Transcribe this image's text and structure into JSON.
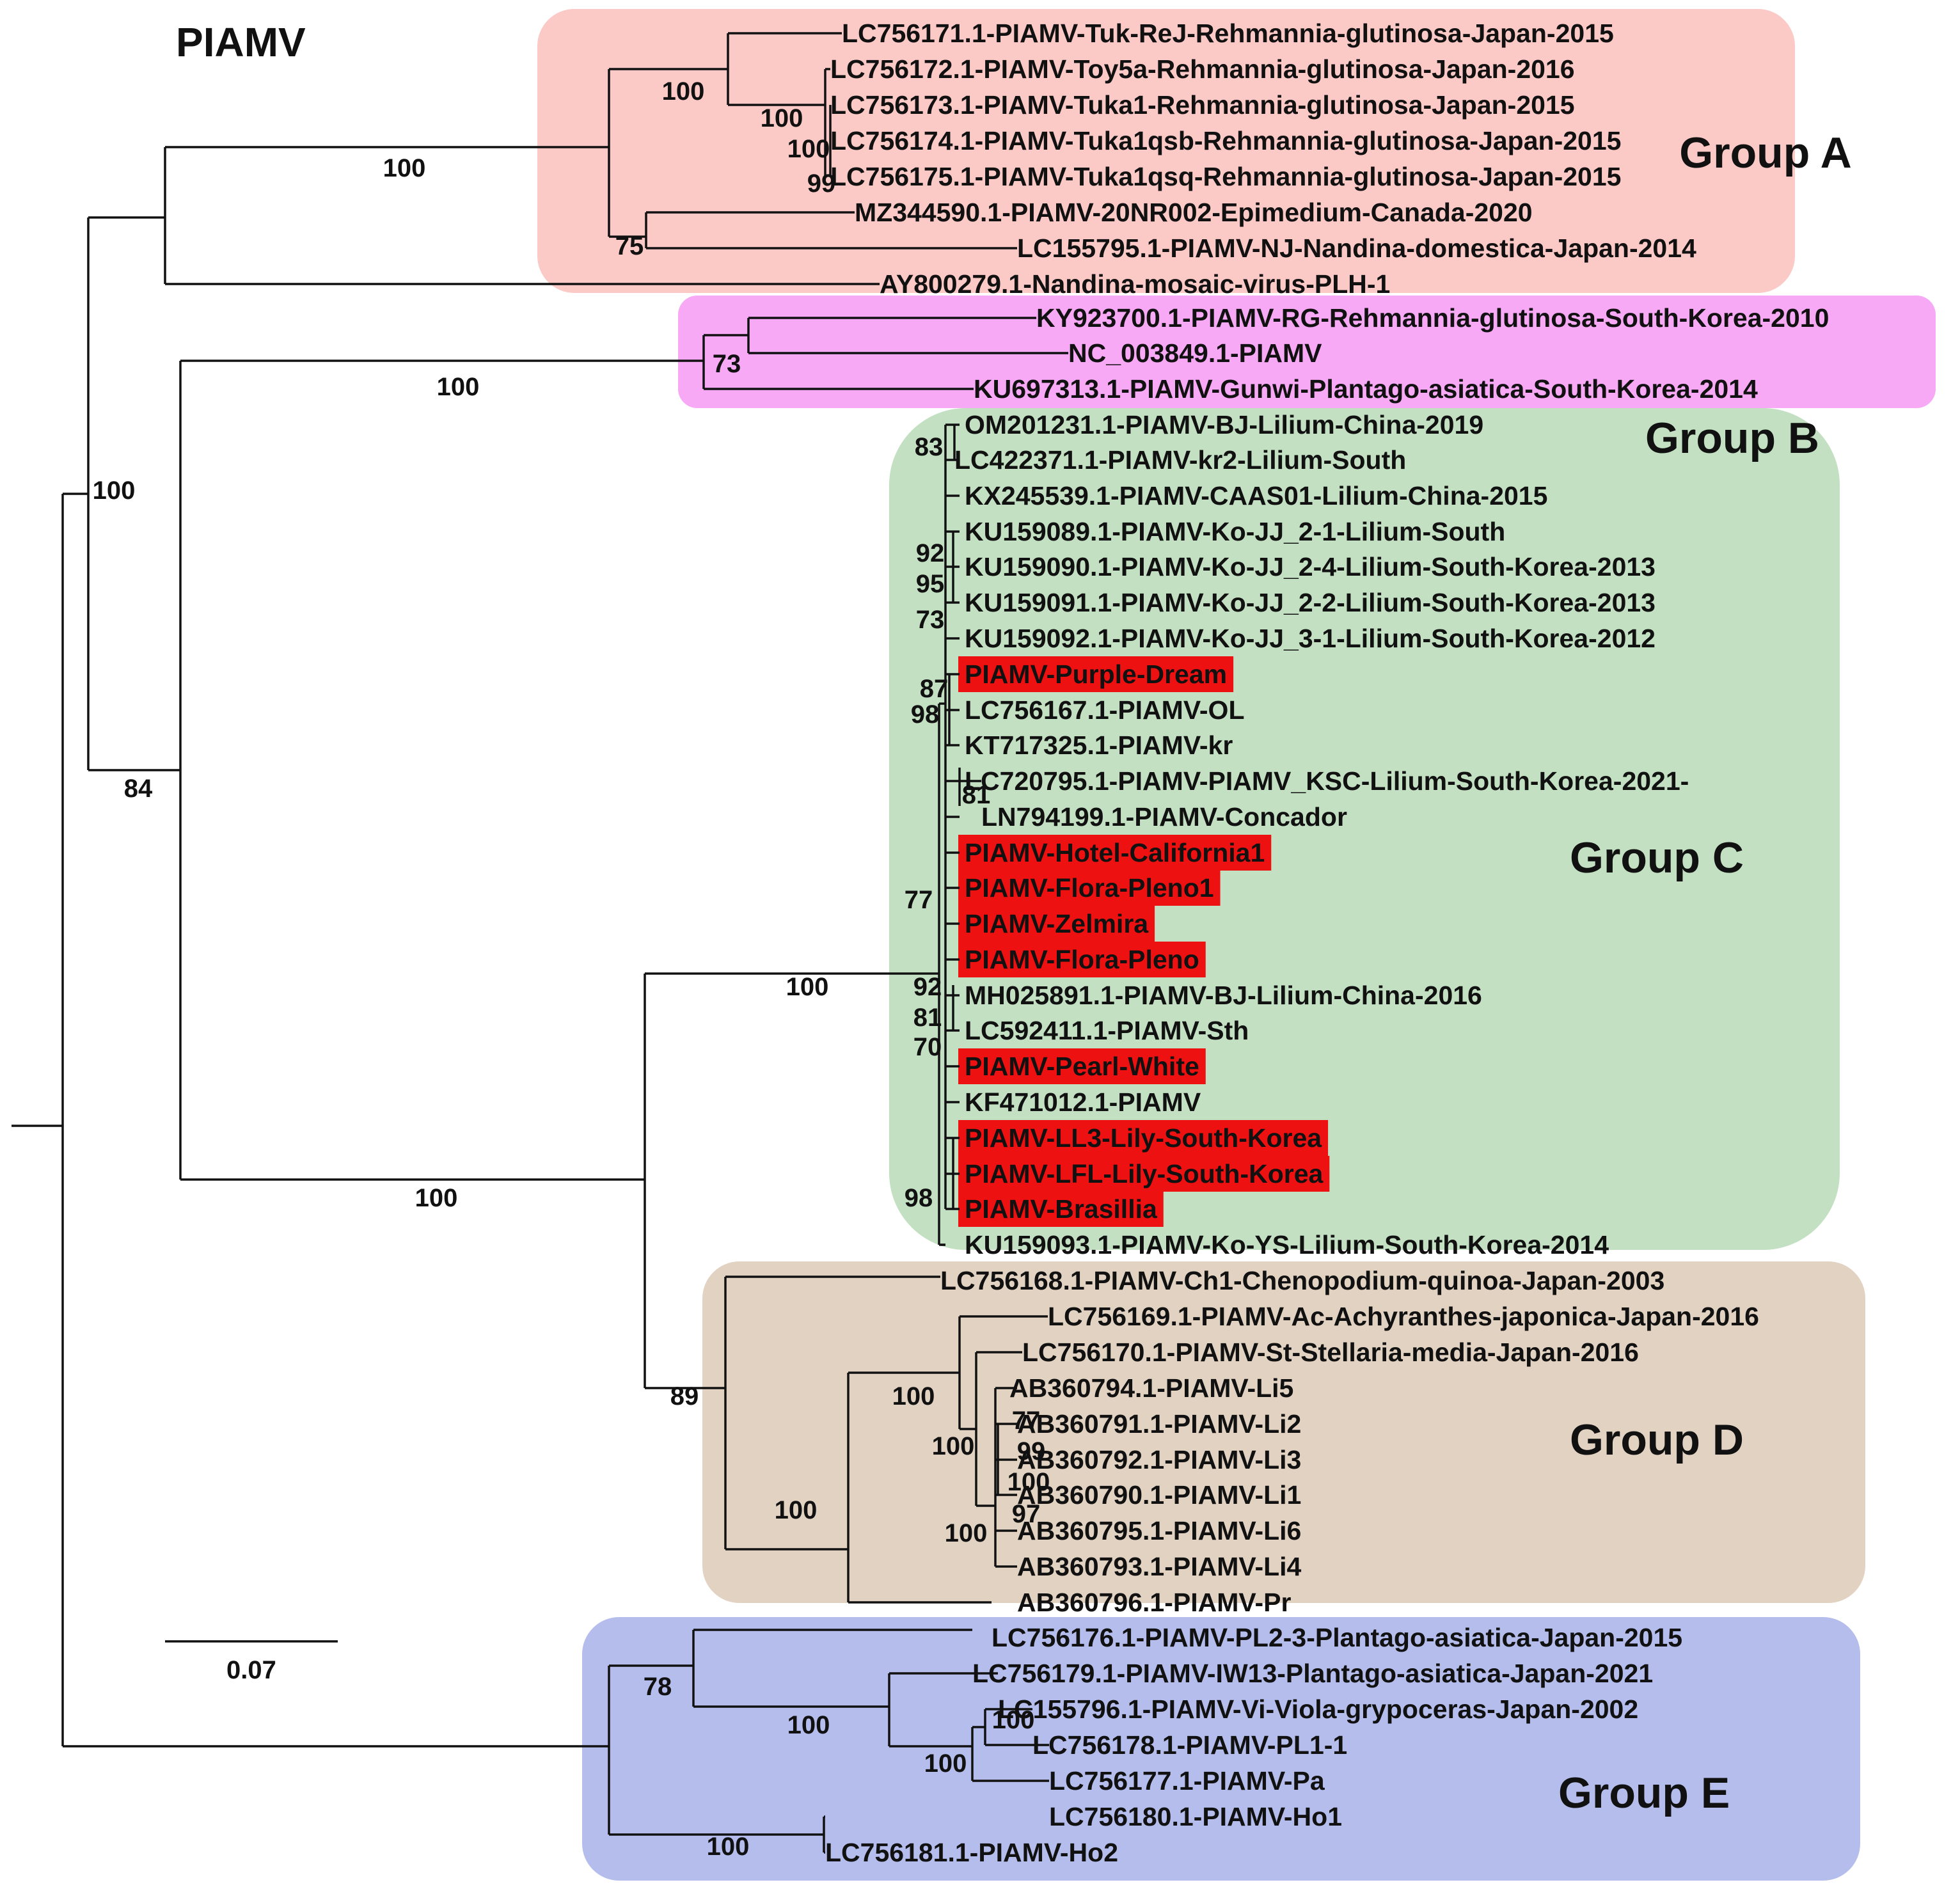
{
  "title": "PIAMV",
  "scale_label": "0.07",
  "colors": {
    "group_a": "#fbc9c6",
    "group_b": "#f7a9f5",
    "group_c": "#c3e0c3",
    "group_d": "#e2d2c2",
    "group_e": "#b4bdec",
    "highlight": "#ee1111"
  },
  "groups": [
    {
      "id": "a",
      "label": "Group A"
    },
    {
      "id": "b",
      "label": "Group B"
    },
    {
      "id": "c",
      "label": "Group C"
    },
    {
      "id": "d",
      "label": "Group D"
    },
    {
      "id": "e",
      "label": "Group E"
    }
  ],
  "leaves": [
    {
      "label": "LC756171.1-PIAMV-Tuk-ReJ-Rehmannia-glutinosa-Japan-2015",
      "highlight": false
    },
    {
      "label": "LC756172.1-PIAMV-Toy5a-Rehmannia-glutinosa-Japan-2016",
      "highlight": false
    },
    {
      "label": "LC756173.1-PIAMV-Tuka1-Rehmannia-glutinosa-Japan-2015",
      "highlight": false
    },
    {
      "label": "LC756174.1-PIAMV-Tuka1qsb-Rehmannia-glutinosa-Japan-2015",
      "highlight": false
    },
    {
      "label": "LC756175.1-PIAMV-Tuka1qsq-Rehmannia-glutinosa-Japan-2015",
      "highlight": false
    },
    {
      "label": "MZ344590.1-PIAMV-20NR002-Epimedium-Canada-2020",
      "highlight": false
    },
    {
      "label": "LC155795.1-PIAMV-NJ-Nandina-domestica-Japan-2014",
      "highlight": false
    },
    {
      "label": "AY800279.1-Nandina-mosaic-virus-PLH-1",
      "highlight": false
    },
    {
      "label": "KY923700.1-PIAMV-RG-Rehmannia-glutinosa-South-Korea-2010",
      "highlight": false
    },
    {
      "label": "NC_003849.1-PIAMV",
      "highlight": false
    },
    {
      "label": "KU697313.1-PIAMV-Gunwi-Plantago-asiatica-South-Korea-2014",
      "highlight": false
    },
    {
      "label": "OM201231.1-PIAMV-BJ-Lilium-China-2019",
      "highlight": false
    },
    {
      "label": "LC422371.1-PIAMV-kr2-Lilium-South",
      "highlight": false
    },
    {
      "label": "KX245539.1-PIAMV-CAAS01-Lilium-China-2015",
      "highlight": false
    },
    {
      "label": "KU159089.1-PIAMV-Ko-JJ_2-1-Lilium-South",
      "highlight": false
    },
    {
      "label": "KU159090.1-PIAMV-Ko-JJ_2-4-Lilium-South-Korea-2013",
      "highlight": false
    },
    {
      "label": "KU159091.1-PIAMV-Ko-JJ_2-2-Lilium-South-Korea-2013",
      "highlight": false
    },
    {
      "label": "KU159092.1-PIAMV-Ko-JJ_3-1-Lilium-South-Korea-2012",
      "highlight": false
    },
    {
      "label": "PIAMV-Purple-Dream",
      "highlight": true
    },
    {
      "label": "LC756167.1-PIAMV-OL",
      "highlight": false
    },
    {
      "label": "KT717325.1-PIAMV-kr",
      "highlight": false
    },
    {
      "label": "LC720795.1-PIAMV-PIAMV_KSC-Lilium-South-Korea-2021-",
      "highlight": false
    },
    {
      "label": "LN794199.1-PIAMV-Concador",
      "highlight": false
    },
    {
      "label": "PIAMV-Hotel-California1",
      "highlight": true
    },
    {
      "label": "PIAMV-Flora-Pleno1",
      "highlight": true
    },
    {
      "label": "PIAMV-Zelmira",
      "highlight": true
    },
    {
      "label": "PIAMV-Flora-Pleno",
      "highlight": true
    },
    {
      "label": "MH025891.1-PIAMV-BJ-Lilium-China-2016",
      "highlight": false
    },
    {
      "label": "LC592411.1-PIAMV-Sth",
      "highlight": false
    },
    {
      "label": "PIAMV-Pearl-White",
      "highlight": true
    },
    {
      "label": "KF471012.1-PIAMV",
      "highlight": false
    },
    {
      "label": "PIAMV-LL3-Lily-South-Korea",
      "highlight": true
    },
    {
      "label": "PIAMV-LFL-Lily-South-Korea",
      "highlight": true
    },
    {
      "label": "PIAMV-Brasillia",
      "highlight": true
    },
    {
      "label": "KU159093.1-PIAMV-Ko-YS-Lilium-South-Korea-2014",
      "highlight": false
    },
    {
      "label": "LC756168.1-PIAMV-Ch1-Chenopodium-quinoa-Japan-2003",
      "highlight": false
    },
    {
      "label": "LC756169.1-PIAMV-Ac-Achyranthes-japonica-Japan-2016",
      "highlight": false
    },
    {
      "label": "LC756170.1-PIAMV-St-Stellaria-media-Japan-2016",
      "highlight": false
    },
    {
      "label": "AB360794.1-PIAMV-Li5",
      "highlight": false
    },
    {
      "label": "AB360791.1-PIAMV-Li2",
      "highlight": false
    },
    {
      "label": "AB360792.1-PIAMV-Li3",
      "highlight": false
    },
    {
      "label": "AB360790.1-PIAMV-Li1",
      "highlight": false
    },
    {
      "label": "AB360795.1-PIAMV-Li6",
      "highlight": false
    },
    {
      "label": "AB360793.1-PIAMV-Li4",
      "highlight": false
    },
    {
      "label": "AB360796.1-PIAMV-Pr",
      "highlight": false
    },
    {
      "label": "LC756176.1-PIAMV-PL2-3-Plantago-asiatica-Japan-2015",
      "highlight": false
    },
    {
      "label": "LC756179.1-PIAMV-IW13-Plantago-asiatica-Japan-2021",
      "highlight": false
    },
    {
      "label": "LC155796.1-PIAMV-Vi-Viola-grypoceras-Japan-2002",
      "highlight": false
    },
    {
      "label": "LC756178.1-PIAMV-PL1-1",
      "highlight": false
    },
    {
      "label": "LC756177.1-PIAMV-Pa",
      "highlight": false
    },
    {
      "label": "LC756180.1-PIAMV-Ho1",
      "highlight": false
    },
    {
      "label": "LC756181.1-PIAMV-Ho2",
      "highlight": false
    }
  ],
  "support_values": [
    "100",
    "100",
    "100",
    "100",
    "99",
    "75",
    "73",
    "100",
    "100",
    "84",
    "83",
    "92",
    "95",
    "73",
    "87",
    "98",
    "81",
    "77",
    "92",
    "81",
    "70",
    "98",
    "100",
    "100",
    "100",
    "77",
    "99",
    "100",
    "97",
    "100",
    "100",
    "89",
    "100",
    "78",
    "100",
    "100",
    "100",
    "100"
  ]
}
